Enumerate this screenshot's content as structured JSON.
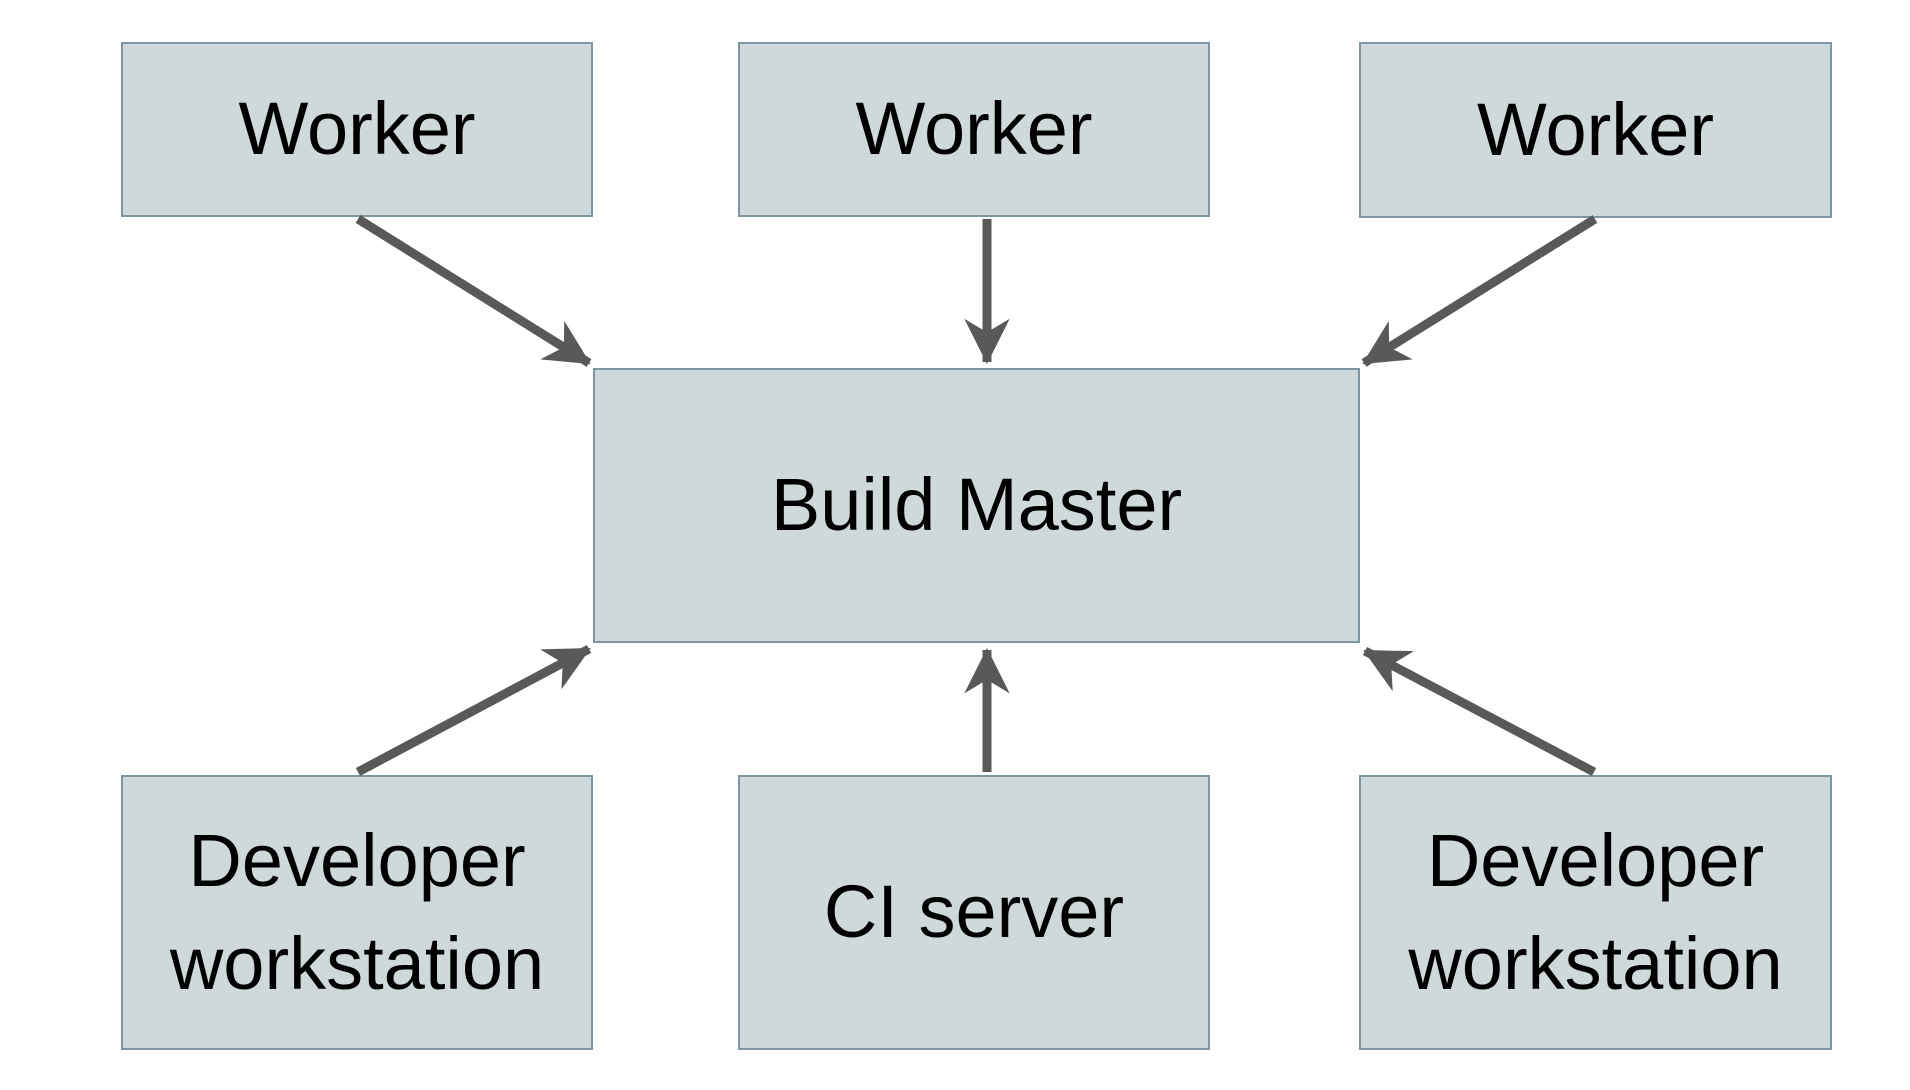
{
  "diagram": {
    "type": "architecture",
    "nodes": {
      "worker_top_left": {
        "label": "Worker"
      },
      "worker_top_center": {
        "label": "Worker"
      },
      "worker_top_right": {
        "label": "Worker"
      },
      "build_master": {
        "label": "Build Master"
      },
      "developer_workstation_left": {
        "label": "Developer workstation"
      },
      "ci_server": {
        "label": "CI server"
      },
      "developer_workstation_right": {
        "label": "Developer workstation"
      }
    },
    "edges": [
      {
        "from": "worker_top_left",
        "to": "build_master"
      },
      {
        "from": "worker_top_center",
        "to": "build_master"
      },
      {
        "from": "worker_top_right",
        "to": "build_master"
      },
      {
        "from": "developer_workstation_left",
        "to": "build_master"
      },
      {
        "from": "ci_server",
        "to": "build_master"
      },
      {
        "from": "developer_workstation_right",
        "to": "build_master"
      }
    ],
    "colors": {
      "node_fill": "#cfd8da",
      "node_border": "#7d96a1",
      "arrow": "#595959",
      "text": "#000000",
      "background": "#ffffff"
    }
  }
}
